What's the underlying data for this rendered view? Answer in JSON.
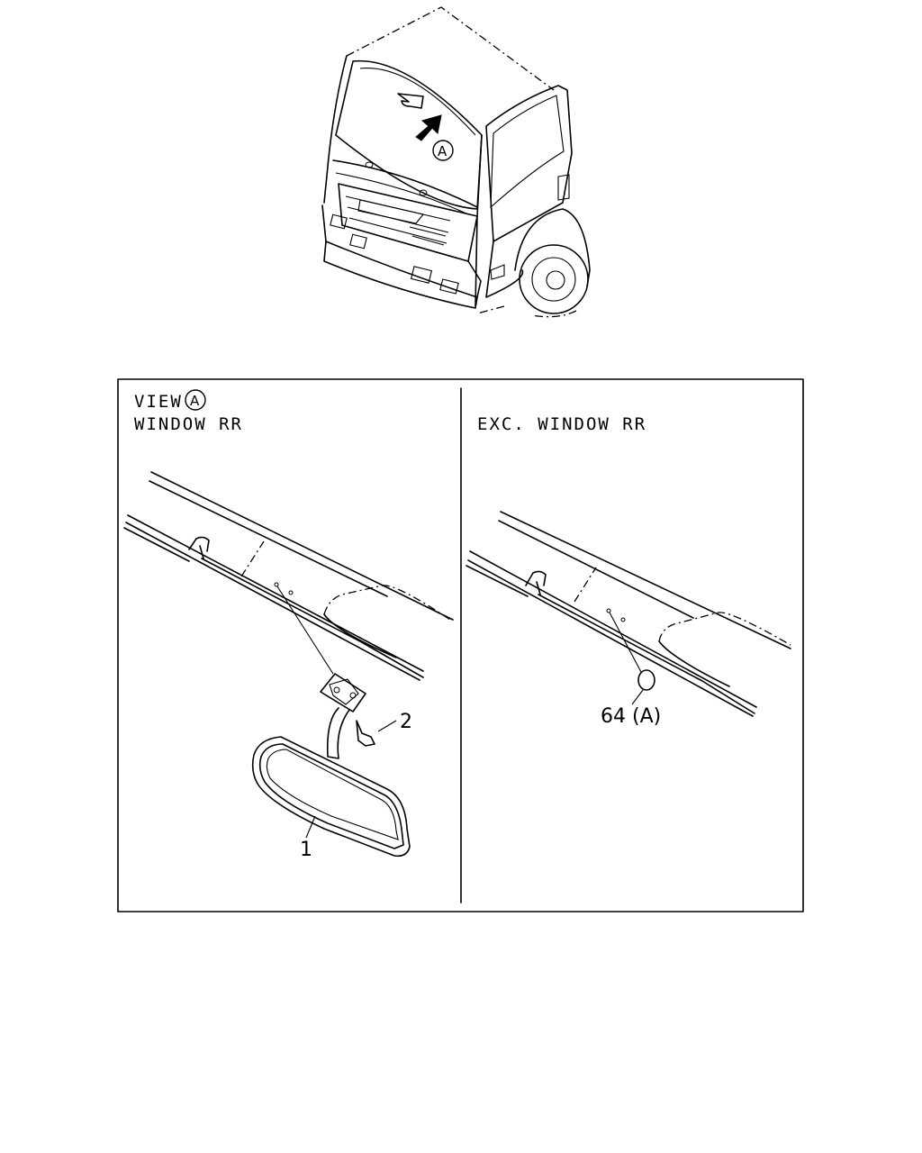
{
  "truck_view": {
    "arrow_ref_letter": "A"
  },
  "panel_left": {
    "title_line1": "VIEW",
    "view_letter": "A",
    "title_line2": "WINDOW RR",
    "callouts": {
      "mirror": "1",
      "screw": "2"
    }
  },
  "panel_right": {
    "title": "EXC. WINDOW RR",
    "callouts": {
      "plug": "64 (A)"
    }
  }
}
